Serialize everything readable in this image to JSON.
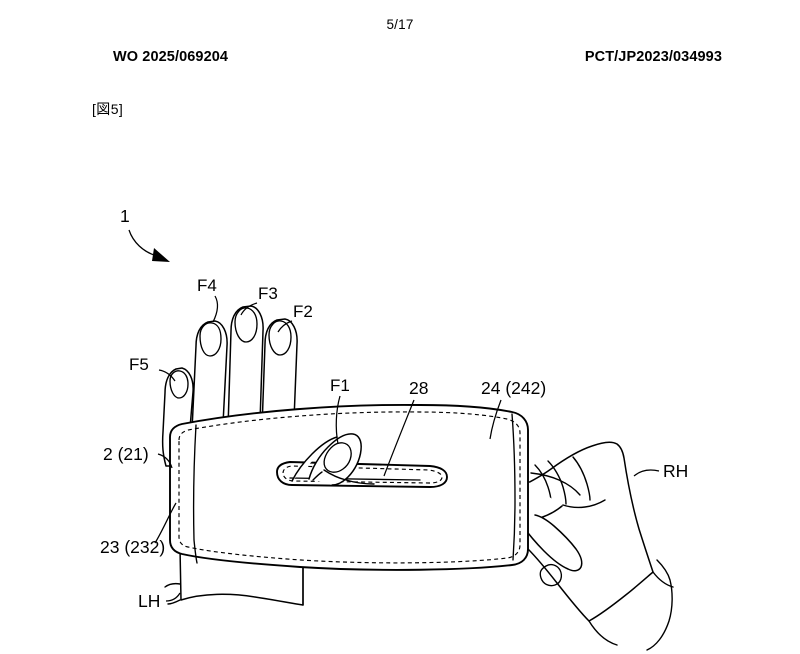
{
  "header": {
    "page_number": "5/17",
    "publication_number": "WO 2025/069204",
    "application_number": "PCT/JP2023/034993"
  },
  "figure": {
    "label": "[図5]",
    "title": "",
    "description": "Patent line drawing: a left hand (LH) wearing a band-shaped wearable device (1) around the palm, with fingers F2–F5 protruding above the band, thumb F1 passing through an elongated slot (28) in the band face; a right hand (RH) grasps the right edge of the band."
  },
  "callouts": {
    "device": "1",
    "thumb": "F1",
    "index_finger": "F2",
    "middle_finger": "F3",
    "ring_finger": "F4",
    "little_finger": "F5",
    "slot": "28",
    "upper_panel": "24 (242)",
    "band_body": "2 (21)",
    "lower_panel": "23 (232)",
    "left_hand": "LH",
    "right_hand": "RH"
  },
  "colors": {
    "ink": "#000000",
    "paper": "#ffffff"
  }
}
